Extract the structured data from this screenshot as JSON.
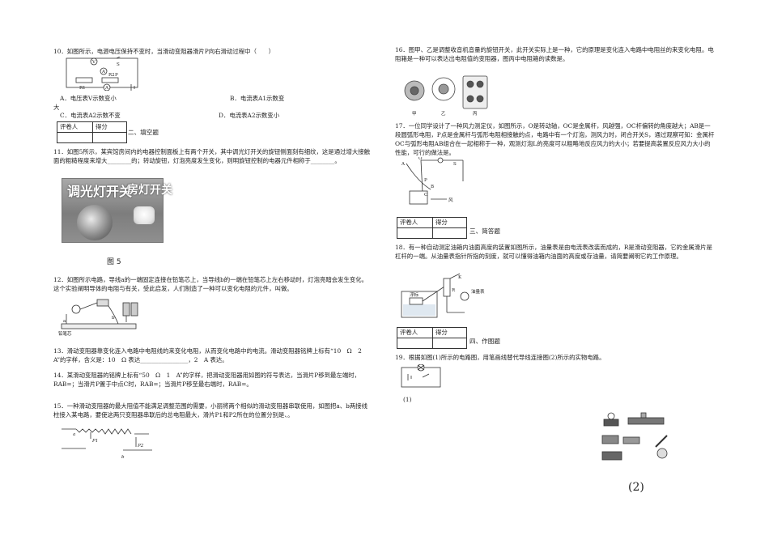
{
  "left": {
    "q10": {
      "text": "10．如图所示，电源电压保持不变时，当滑动变阻器滑片P向右滑动过程中（　　）",
      "options": {
        "A": "A．电压表V示数变小",
        "B": "B．电流表A1示数变",
        "B_wrap": "大",
        "C": "C．电流表A2示数不变",
        "D": "D．电流表A2示数变小"
      },
      "labels": [
        "V",
        "A",
        "S",
        "A",
        "R1",
        "R2",
        "P"
      ]
    },
    "score1": {
      "c1": "评卷人",
      "c2": "得分"
    },
    "section2": "二、填空题",
    "q11": {
      "text": "11．如图5所示，某宾馆房间内的电器控制面板上有两个开关，其中调光灯开关的旋钮侧面刻有细纹，这是通过增大接触面的粗糙程度来增大________的；转动旋钮，灯泡亮度发生变化，则明旋钮控制的电器元件相称于________。",
      "photo_left": "调光灯开关",
      "photo_right": "房灯开关",
      "caption": "图 5"
    },
    "q12": {
      "text": "12．如图所示电路，导线a的一端固定连接在铅笔芯上，当导线b的一端在铅笔芯上左右移动时，灯泡亮暗会发生变化。这个实验阐明导体的电阻与有关，受此启发，人们制造了一种可以变化电阻的元件，叫做。",
      "labels": [
        "a",
        "b",
        "铅笔芯"
      ]
    },
    "q13": {
      "text": "13．滑动变阻器靠变化连入电路中电阻线的来变化电阻，从而变化电路中的电流。滑动变阻器铭牌上标有“10　Ω　2　A”的字样，含义是：10　Ω 表达________________，2　A 表达。"
    },
    "q14": {
      "text": "14．某滑动变阻器的铭牌上标有“50　Ω　1　A”的字样，把滑动变阻器用如图的符号表达，当滑片P移到最左端时，RAB=；当滑片P置于中点C时，RAB=；当滑片P移至最右端时，RAB=。"
    },
    "q15": {
      "text": "15．一种滑动变阻器的最大阻值不能满足调整范围的需要，小丽将两个相似的滑动变阻器串联使用，如图把a、b两接线柱接入某电路，要使这两只变阻器串联后的总电阻最大，滑片P1和P2所在的位置分别是、。",
      "labels": [
        "a",
        "P1",
        "b",
        "P2"
      ]
    }
  },
  "right": {
    "q16": {
      "text": "16．图甲、乙是调整收音机音量的旋钮开关，此开关实际上是一种，它的原理是变化连入电路中电阻丝的来变化电阻。电阻箱是一种可以表达出电阻值的变阻器，图丙中电阻箱的读数是。",
      "labels": [
        "甲",
        "乙",
        "丙"
      ]
    },
    "q17": {
      "text": "17．一位同学设计了一种风力测定仪，如图所示，O是转动轴，OC是金属杆，风越强，OC杆偏转的角度越大；AB是一段圆弧形电阻，P点是金属杆与弧形电阻相接触的点，电路中有一个灯泡，测风力时，闭合开关S，通过观察可知：金属杆OC与弧形电阻AB组合在一起相称于一种，观测灯泡L的亮度可以粗略地反应风力的大小；若要提高装置反应风力大小的性能，可行的做法是。",
      "labels": [
        "O",
        "A",
        "B",
        "P",
        "C",
        "S",
        "风"
      ]
    },
    "score3": {
      "c1": "评卷人",
      "c2": "得分"
    },
    "section3": "三、简答题",
    "q18": {
      "text": "18．有一种自动测定油箱内油面高度的装置如图所示，油量表是由电流表改装而成的，R是滑动变阻器，它的金属滑片是杠杆的一端。从油量表指针所指的刻度，就可以懂得油箱内油面的高度或存油量，请简要阐明它的工作原理。",
      "labels": [
        "浮标",
        "R",
        "油量表",
        "K"
      ]
    },
    "score4": {
      "c1": "评卷人",
      "c2": "得分"
    },
    "section4": "四、作图题",
    "q19": {
      "text": "19．根据如图(1)所示的电路图，用笔画线替代导线连接图(2)所示的实物电路。",
      "fig1": "(1)",
      "fig2": "(2)"
    }
  }
}
